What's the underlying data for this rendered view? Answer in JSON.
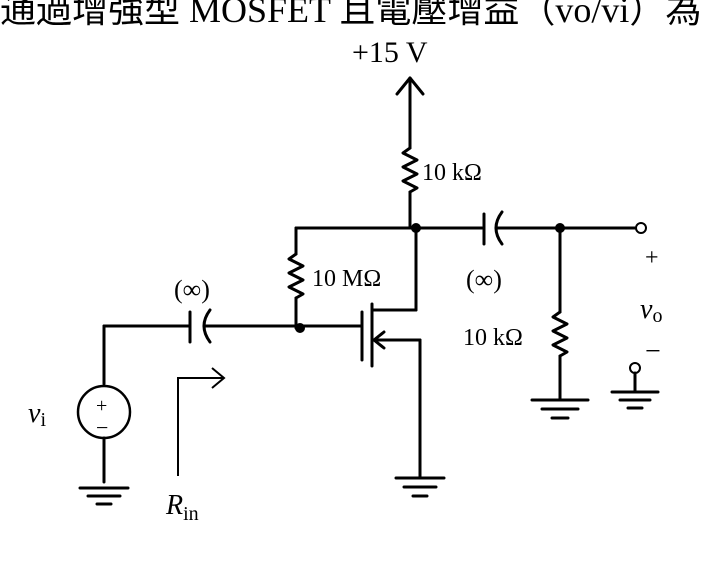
{
  "header_text": "通過增強型 MOSFET 且電壓增益（v",
  "header_subscript_tail": "o/vi）為",
  "labels": {
    "supply": "+15 V",
    "r_drain": "10 kΩ",
    "r_feedback": "10 MΩ",
    "c_in": "(∞)",
    "c_out": "(∞)",
    "r_load": "10 kΩ",
    "vi_main": "v",
    "vi_sub": "i",
    "vo_main": "v",
    "vo_sub": "o",
    "vo_plus": "+",
    "vo_minus": "−",
    "source_plus": "+",
    "source_minus": "−",
    "rin_main": "R",
    "rin_sub": "in"
  }
}
